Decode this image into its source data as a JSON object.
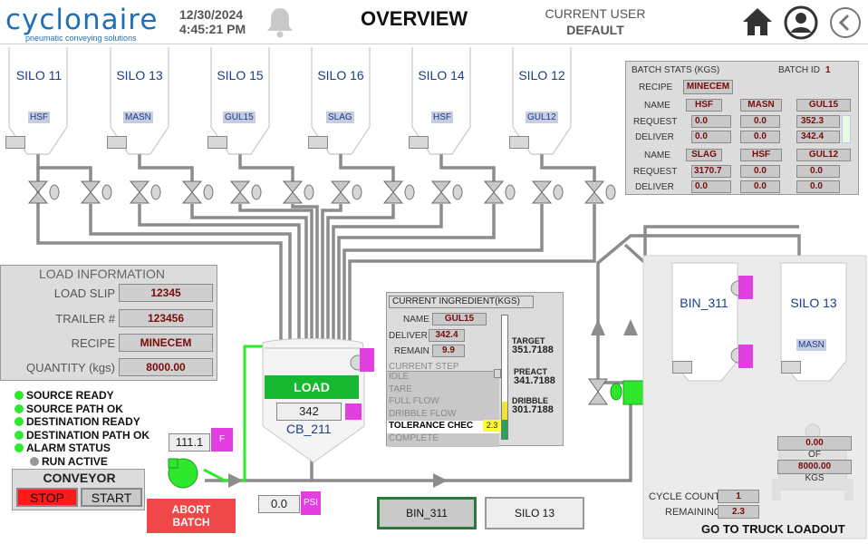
{
  "header": {
    "logo_text": "cyclonaire",
    "logo_sub": "pneumatic conveying solutions",
    "date": "12/30/2024",
    "time": "4:45:21 PM",
    "title": "OVERVIEW",
    "user_label": "CURRENT USER",
    "user_name": "DEFAULT",
    "icons": [
      "bell-icon",
      "home-icon",
      "user-icon",
      "back-icon"
    ]
  },
  "silos": [
    {
      "name": "SILO 11",
      "material": "HSF"
    },
    {
      "name": "SILO 13",
      "material": "MASN"
    },
    {
      "name": "SILO 15",
      "material": "GUL15"
    },
    {
      "name": "SILO 16",
      "material": "SLAG"
    },
    {
      "name": "SILO 14",
      "material": "HSF"
    },
    {
      "name": "SILO 12",
      "material": "GUL12"
    }
  ],
  "batch_stats": {
    "title": "BATCH STATS (KGS)",
    "batch_id_label": "BATCH ID",
    "batch_id": "1",
    "recipe_label": "RECIPE",
    "recipe": "MINECEM",
    "name_label": "NAME",
    "request_label": "REQUEST",
    "deliver_label": "DELIVER",
    "row1_names": [
      "HSF",
      "MASN",
      "GUL15"
    ],
    "row1_request": [
      "0.0",
      "0.0",
      "352.3"
    ],
    "row1_deliver": [
      "0.0",
      "0.0",
      "342.4"
    ],
    "row2_names": [
      "SLAG",
      "HSF",
      "GUL12"
    ],
    "row2_request": [
      "3170.7",
      "0.0",
      "0.0"
    ],
    "row2_deliver": [
      "0.0",
      "0.0",
      "0.0"
    ]
  },
  "load_info": {
    "title": "LOAD INFORMATION",
    "slip_label": "LOAD SLIP",
    "slip": "12345",
    "trailer_label": "TRAILER #",
    "trailer": "123456",
    "recipe_label": "RECIPE",
    "recipe": "MINECEM",
    "qty_label": "QUANTITY (kgs)",
    "qty": "8000.00"
  },
  "status": {
    "items": [
      "SOURCE READY",
      "SOURCE PATH OK",
      "DESTINATION READY",
      "DESTINATION PATH OK",
      "ALARM STATUS"
    ],
    "run_active": "RUN ACTIVE"
  },
  "conveyor": {
    "title": "CONVEYOR",
    "stop": "STOP",
    "start": "START"
  },
  "vessel": {
    "load_button": "LOAD",
    "weight": "342",
    "name": "CB_211",
    "blower_value": "111.1",
    "blower_unit": "F",
    "pressure_value": "0.0",
    "pressure_unit": "PSI",
    "abort_label": "ABORT\nBATCH"
  },
  "current_ingredient": {
    "title": "CURRENT INGREDIENT(KGS)",
    "name_label": "NAME",
    "name": "GUL15",
    "deliver_label": "DELIVER",
    "deliver": "342.4",
    "remain_label": "REMAIN",
    "remain": "9.9",
    "step_label": "CURRENT STEP",
    "steps": [
      "IDLE",
      "TARE",
      "FULL FLOW",
      "DRIBBLE FLOW",
      "TOLERANCE CHEC",
      "COMPLETE"
    ],
    "tolerance_value": "2.3",
    "target_label": "TARGET",
    "target": "351.7188",
    "preact_label": "PREACT",
    "preact": "341.7188",
    "dribble_label": "DRIBBLE",
    "dribble": "301.7188"
  },
  "destinations": {
    "bin_name": "BIN_311",
    "silo_name": "SILO 13",
    "silo_material": "MASN",
    "scale_value": "0.00",
    "scale_of": "OF",
    "scale_target": "8000.00",
    "scale_unit": "KGS",
    "cycle_label": "CYCLE COUNT",
    "cycle": "1",
    "remaining_label": "REMAINING",
    "remaining": "2.3",
    "goto": "GO TO TRUCK LOADOUT"
  },
  "dest_buttons": [
    "BIN_311",
    "SILO 13"
  ]
}
